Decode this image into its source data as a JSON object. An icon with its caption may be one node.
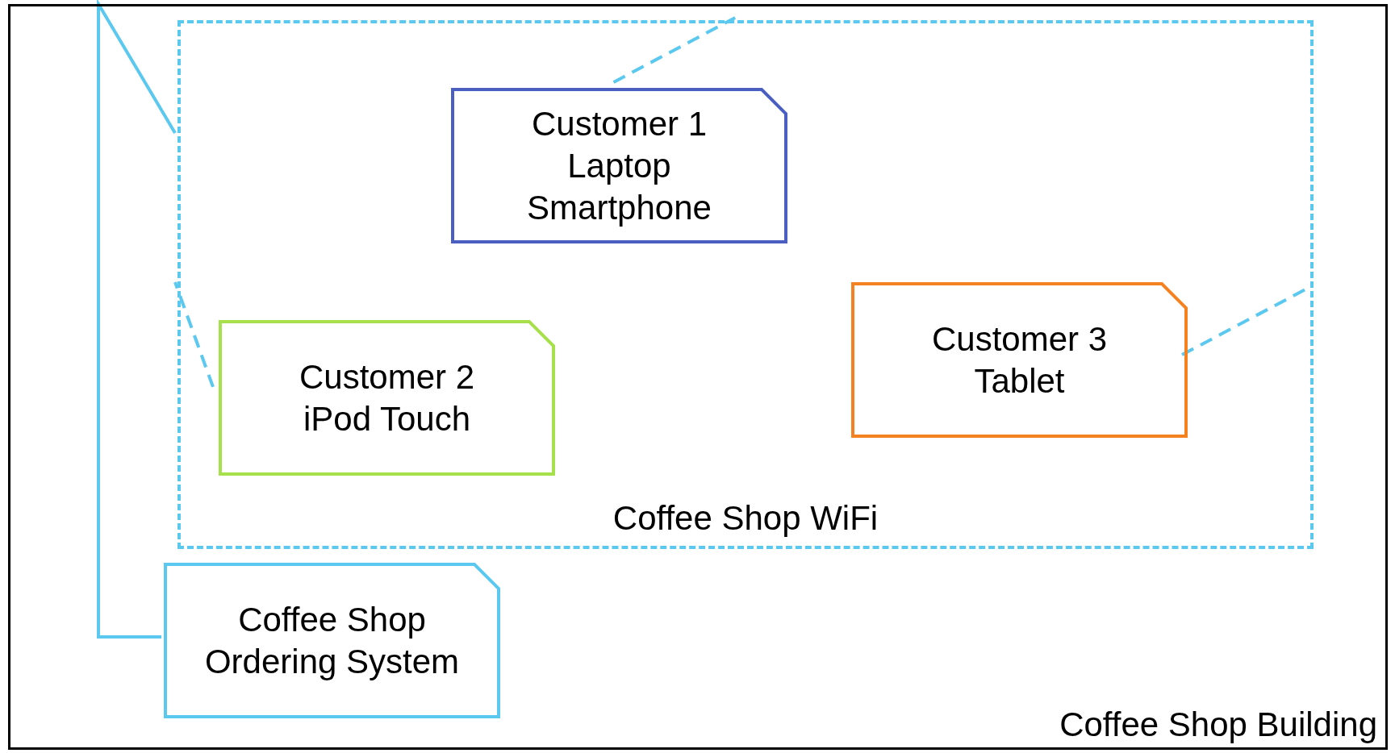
{
  "diagram": {
    "nodes": [
      {
        "text": [
          "Coffee Shop Building"
        ]
      },
      {
        "text": [
          "Coffee Shop WiFi"
        ],
        "in": 0
      },
      {
        "text": [
          "Customer 1 Laptop Smartphone"
        ],
        "in": 1
      },
      {
        "text": [
          "Customer 2 iPod Touch"
        ],
        "in": 1
      },
      {
        "text": [
          "Customer 3 Tablet"
        ],
        "in": 1
      },
      {
        "text": [
          "Coffee Shop Ordering System"
        ],
        "in": 0
      }
    ],
    "edges": [
      {
        "from": 2,
        "to": 1,
        "arrow": "none",
        "style": "dashed"
      },
      {
        "from": 3,
        "to": 1,
        "arrow": "none",
        "style": "dashed"
      },
      {
        "from": 4,
        "to": 1,
        "arrow": "none",
        "style": "dashed"
      },
      {
        "from": 5,
        "to": 1,
        "arrow": "none"
      }
    ]
  }
}
